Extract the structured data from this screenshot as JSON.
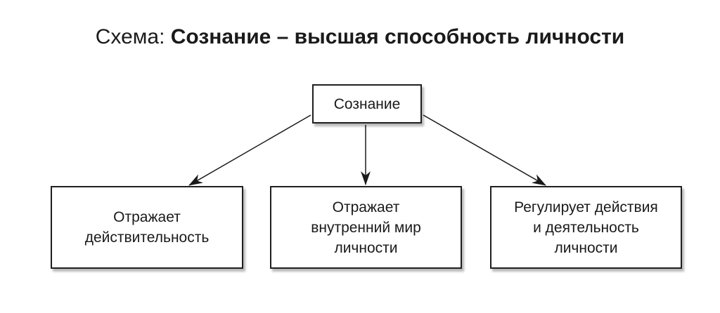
{
  "title": {
    "prefix": "Схема: ",
    "main": "Сознание – высшая способность личности"
  },
  "diagram": {
    "root": {
      "label": "Сознание"
    },
    "children": [
      {
        "label": "Отражает\nдействительность"
      },
      {
        "label": "Отражает\nвнутренний мир\nличности"
      },
      {
        "label": "Регулирует действия\nи деятельность\nличности"
      }
    ],
    "edges": [
      {
        "from": "root",
        "to": "child-1"
      },
      {
        "from": "root",
        "to": "child-2"
      },
      {
        "from": "root",
        "to": "child-3"
      }
    ]
  }
}
